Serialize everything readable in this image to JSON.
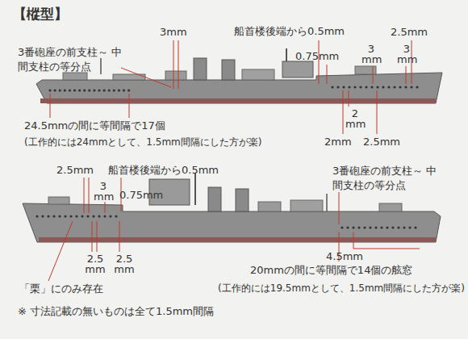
{
  "diagram": {
    "title": "【樅型】",
    "labels": [
      "3mm",
      "船首楼後端から0.5mm",
      "2.5mm",
      "3番砲座の前支柱～ 中間支柱の等分点",
      "0.75mm",
      "3 mm",
      "3 mm",
      "24.5mmの間に等間隔で17個",
      "(工作的には24mmとして、1.5mm間隔にした方が楽)",
      "2 mm",
      "2mm",
      "2.5mm",
      "2.5mm",
      "船首楼後端から0.5mm",
      "3 mm",
      "0.75mm",
      "3番砲座の前支柱～ 中間支柱の等分点",
      "2.5 mm",
      "2.5 mm",
      "4.5mm",
      "20mmの間に等間隔で14個の舷窓",
      "「栗」にのみ存在",
      "(工作的には19.5mmとして、1.5mm間隔にした方が楽)",
      "※ 寸法記載の無いものは全て1.5mm間隔"
    ]
  }
}
